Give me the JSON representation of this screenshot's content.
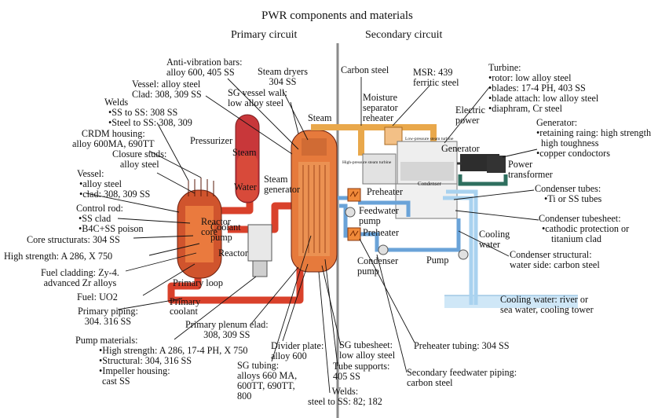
{
  "title": "PWR components and materials",
  "headers": {
    "primary": "Primary circuit",
    "secondary": "Secondary circuit"
  },
  "components": {
    "steam": "Steam",
    "steam_in_pressurizer": "Steam",
    "water": "Water",
    "pressurizer": "Pressurizer",
    "reactor_core": "Reactor core",
    "coolant_pump": "Coolant pump",
    "reactor": "Reactor",
    "steam_generator": "Steam generator",
    "primary_loop": "Primary loop",
    "primary_coolant": "Primary coolant",
    "moisture_separator": "Moisture separator reheater",
    "lp_turbine": "Low-pressure steam turbine",
    "hp_turbine": "High-pressure steam turbine",
    "electric_power": "Electric power",
    "generator": "Generator",
    "power_transformer": "Power transformer",
    "condenser": "Condenser",
    "preheater_1": "Preheater",
    "preheater_2": "Preheater",
    "feedwater_pump": "Feedwater pump",
    "condenser_pump": "Condenser pump",
    "pump": "Pump",
    "cooling_water": "Cooling water"
  },
  "labels": {
    "anti_vibration": [
      "Anti-vibration bars:",
      "alloy 600, 405 SS"
    ],
    "steam_dryers": [
      "Steam dryers",
      "304 SS"
    ],
    "vessel_top": [
      "Vessel: alloy steel",
      "Clad: 308, 309 SS"
    ],
    "sg_vessel_wall": [
      "SG vessel wall:",
      "low alloy steel"
    ],
    "welds": [
      "Welds",
      "•SS to SS: 308 SS",
      "•Steel to SS: 308, 309"
    ],
    "crdm": [
      "CRDM housing:",
      "alloy 600MA, 690TT"
    ],
    "closure_studs": [
      "Closure studs:",
      "alloy steel"
    ],
    "vessel_left": [
      "Vessel:",
      "•alloy steel",
      "•clad: 308, 309 SS"
    ],
    "control_rod": [
      "Control rod:",
      "•SS clad",
      "•B4C+SS poison"
    ],
    "core_structurals": "Core structurats: 304 SS",
    "high_strength": "High strength: A 286, X 750",
    "fuel_cladding": [
      "Fuel cladding: Zy-4.",
      "advanced Zr alloys"
    ],
    "fuel": "Fuel: UO2",
    "primary_piping": [
      "Primary piping:",
      "304. 316 SS"
    ],
    "pump_materials": [
      "Pump materials:",
      "•High strength: A 286, 17-4 PH, X 750",
      "•Structural: 304, 316 SS",
      "•Impeller housing:",
      "cast SS"
    ],
    "primary_plenum": [
      "Primary plenum elad:",
      "308, 309 SS"
    ],
    "divider_plate": [
      "Divider plate:",
      "alloy 600"
    ],
    "sg_tubing": [
      "SG tubing:",
      "alloys 660 MA,",
      "600TT, 690TT,",
      "800"
    ],
    "sg_tubesheet": [
      "SG tubesheet:",
      "low alloy steel"
    ],
    "tube_supports": [
      "Tube supports:",
      "405 SS"
    ],
    "welds_bottom": [
      "Welds:",
      "steel to SS: 82; 182"
    ],
    "carbon_steel": "Carbon steel",
    "msr": [
      "MSR: 439",
      "ferritic steel"
    ],
    "turbine": [
      "Turbine:",
      "•rotor: low alloy steel",
      "•blades: 17-4 PH, 403 SS",
      "•blade attach: low alloy steel",
      "•diaphram, Cr steel"
    ],
    "generator_mat": [
      "Generator:",
      "•retaining raing: high strength",
      "high toughness",
      "•copper condoctors"
    ],
    "condenser_tubes": [
      "Condenser tubes:",
      "•Ti or SS tubes"
    ],
    "condenser_tubesheet": [
      "Condenser tubesheet:",
      "•cathodic protection or",
      "titanium clad"
    ],
    "condenser_structural": [
      "Condenser structural:",
      "water side: carbon steel"
    ],
    "cooling_water_src": [
      "Cooling water: river or",
      "sea water, cooling tower"
    ],
    "preheater_tubing": "Preheater tubing: 304 SS",
    "secondary_feedwater": [
      "Secondary feedwater piping:",
      "carbon steel"
    ]
  },
  "colors": {
    "primary_loop": "#d9412b",
    "steam_pipe": "#e9a84b",
    "vessel_fill": "#e67a3c",
    "feedwater_blue": "#6aa3d8",
    "cooling_blue": "#a9d2ef",
    "condenser_green": "#2e6f5f",
    "divider": "#8a8a8a"
  }
}
